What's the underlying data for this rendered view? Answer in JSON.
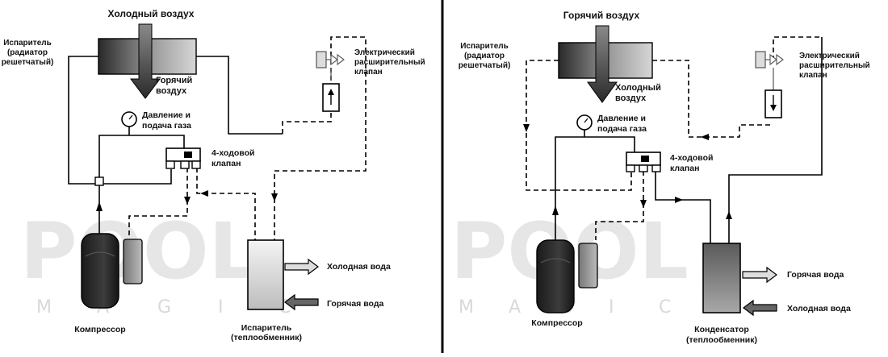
{
  "watermark": {
    "line1": "POOL",
    "line2": [
      "M",
      "A",
      "G",
      "I",
      "C"
    ]
  },
  "cooling": {
    "top_air": "Холодный воздух",
    "evaporator_lines": [
      "Испаритель",
      "(радиатор",
      "решетчатый)"
    ],
    "bottom_air_lines": [
      "Горячий",
      "воздух"
    ],
    "pressure_lines": [
      "Давление и",
      "подача газа"
    ],
    "valve4_lines": [
      "4-ходовой",
      "клапан"
    ],
    "exp_valve_lines": [
      "Электрический",
      "расширительный",
      "клапан"
    ],
    "water_out": "Холодная вода",
    "water_in": "Горячая вода",
    "compressor": "Компрессор",
    "exchanger_lines": [
      "Испаритель",
      "(теплообменник)"
    ]
  },
  "heating": {
    "top_air": "Горячий воздух",
    "evaporator_lines": [
      "Испаритель",
      "(радиатор",
      "решетчатый)"
    ],
    "bottom_air_lines": [
      "Холодный",
      "воздух"
    ],
    "pressure_lines": [
      "Давление и",
      "подача газа"
    ],
    "valve4_lines": [
      "4-ходовой",
      "клапан"
    ],
    "exp_valve_lines": [
      "Электрический",
      "расширительный",
      "клапан"
    ],
    "water_out": "Горячая вода",
    "water_in": "Холодная вода",
    "compressor": "Компрессор",
    "exchanger_lines": [
      "Конденсатор",
      "(теплообменник)"
    ]
  }
}
